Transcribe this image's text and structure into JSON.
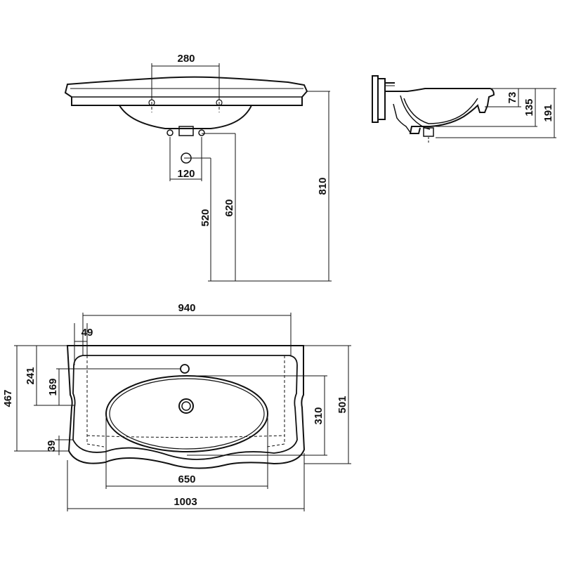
{
  "views": {
    "front": {
      "hole_spacing": "280",
      "drain_offset": "120",
      "drain_height": "520",
      "supply_height": "620",
      "total_height": "810"
    },
    "side": {
      "depth_a": "73",
      "depth_b": "135",
      "depth_c": "191"
    },
    "plan": {
      "inner_width": "940",
      "edge_offset": "49",
      "tap_hole_from_back": "241",
      "bowl_from_back": "169",
      "front_lip": "39",
      "depth_back": "467",
      "bowl_length": "310",
      "total_depth": "501",
      "bowl_width": "650",
      "total_width": "1003"
    }
  },
  "colors": {
    "line": "#111111",
    "background": "#ffffff"
  }
}
